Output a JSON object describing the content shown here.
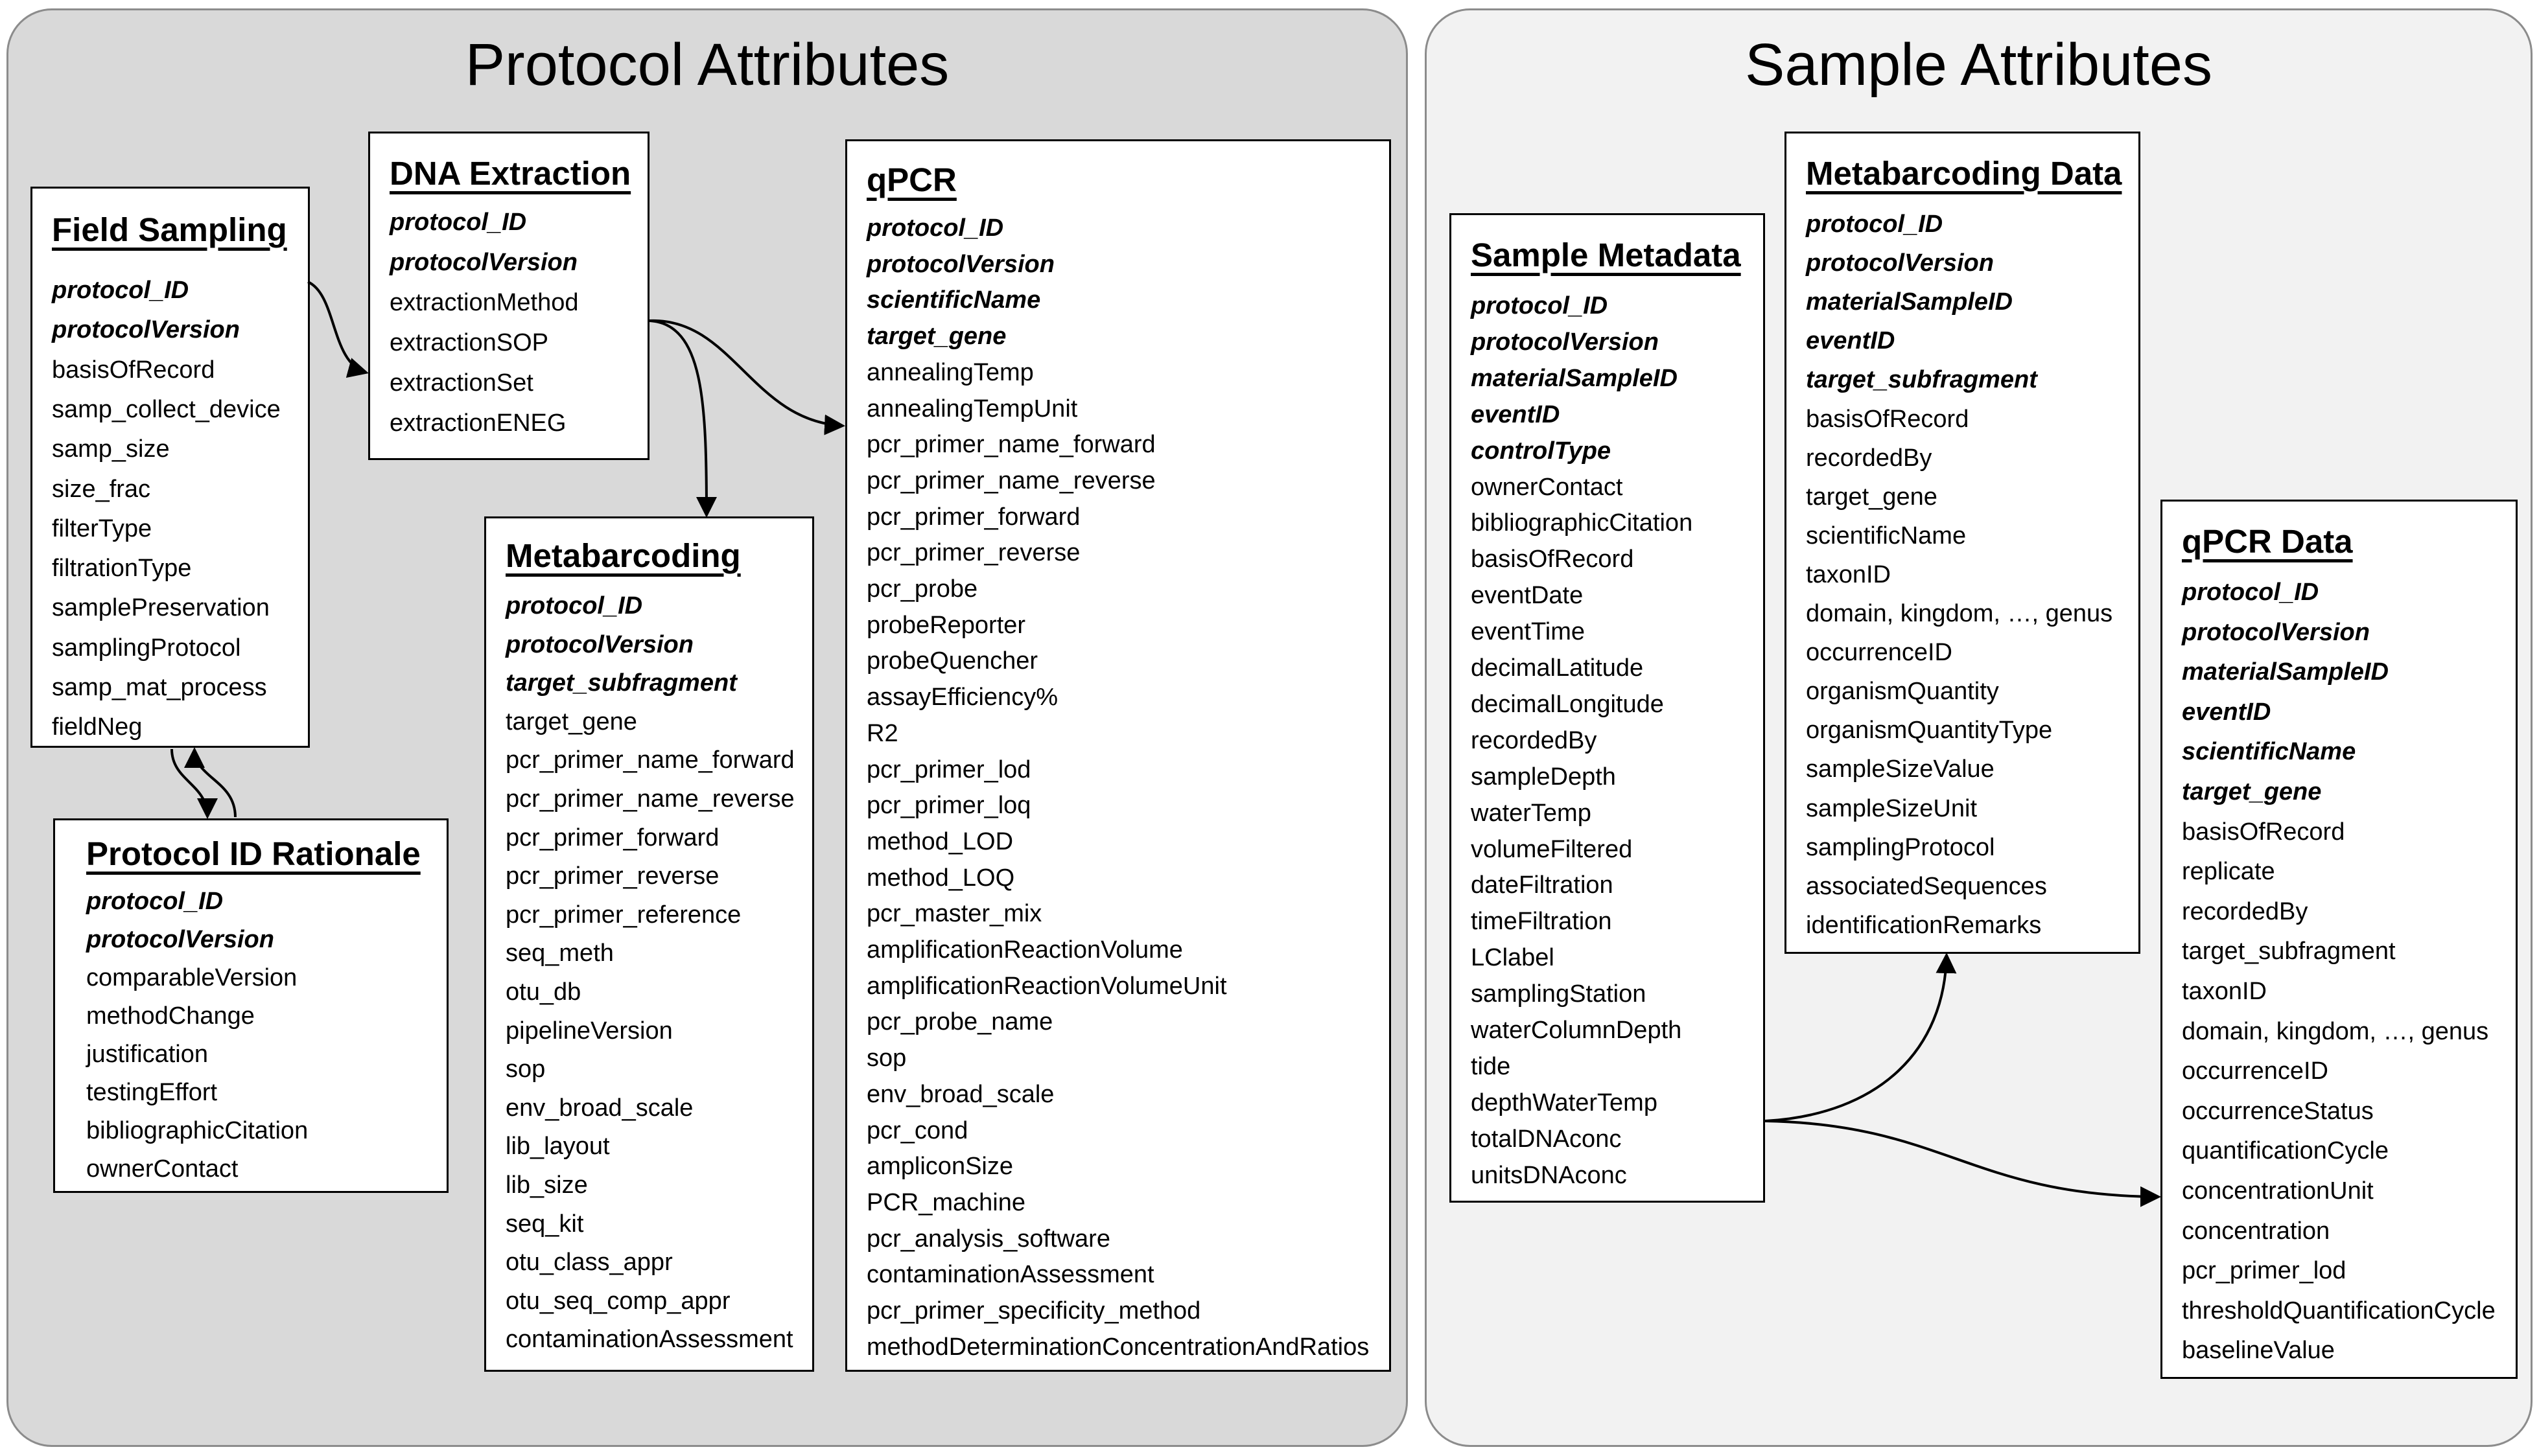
{
  "panels": {
    "protocol_title": "Protocol Attributes",
    "sample_title": "Sample Attributes"
  },
  "boxes": {
    "field_sampling": {
      "title": "Field Sampling",
      "fields": [
        {
          "text": "protocol_ID",
          "key": true
        },
        {
          "text": "protocolVersion",
          "key": true
        },
        {
          "text": "basisOfRecord",
          "key": false
        },
        {
          "text": "samp_collect_device",
          "key": false
        },
        {
          "text": "samp_size",
          "key": false
        },
        {
          "text": "size_frac",
          "key": false
        },
        {
          "text": "filterType",
          "key": false
        },
        {
          "text": "filtrationType",
          "key": false
        },
        {
          "text": "samplePreservation",
          "key": false
        },
        {
          "text": "samplingProtocol",
          "key": false
        },
        {
          "text": "samp_mat_process",
          "key": false
        },
        {
          "text": "fieldNeg",
          "key": false
        }
      ]
    },
    "dna_extraction": {
      "title": "DNA Extraction",
      "fields": [
        {
          "text": "protocol_ID",
          "key": true
        },
        {
          "text": "protocolVersion",
          "key": true
        },
        {
          "text": "extractionMethod",
          "key": false
        },
        {
          "text": "extractionSOP",
          "key": false
        },
        {
          "text": "extractionSet",
          "key": false
        },
        {
          "text": "extractionENEG",
          "key": false
        }
      ]
    },
    "protocol_id_rationale": {
      "title": "Protocol ID Rationale",
      "fields": [
        {
          "text": "protocol_ID",
          "key": true
        },
        {
          "text": "protocolVersion",
          "key": true
        },
        {
          "text": "comparableVersion",
          "key": false
        },
        {
          "text": "methodChange",
          "key": false
        },
        {
          "text": "justification",
          "key": false
        },
        {
          "text": "testingEffort",
          "key": false
        },
        {
          "text": "bibliographicCitation",
          "key": false
        },
        {
          "text": "ownerContact",
          "key": false
        }
      ]
    },
    "metabarcoding": {
      "title": "Metabarcoding",
      "fields": [
        {
          "text": "protocol_ID",
          "key": true
        },
        {
          "text": "protocolVersion",
          "key": true
        },
        {
          "text": "target_subfragment",
          "key": true
        },
        {
          "text": "target_gene",
          "key": false
        },
        {
          "text": "pcr_primer_name_forward",
          "key": false
        },
        {
          "text": "pcr_primer_name_reverse",
          "key": false
        },
        {
          "text": "pcr_primer_forward",
          "key": false
        },
        {
          "text": "pcr_primer_reverse",
          "key": false
        },
        {
          "text": "pcr_primer_reference",
          "key": false
        },
        {
          "text": "seq_meth",
          "key": false
        },
        {
          "text": "otu_db",
          "key": false
        },
        {
          "text": "pipelineVersion",
          "key": false
        },
        {
          "text": "sop",
          "key": false
        },
        {
          "text": "env_broad_scale",
          "key": false
        },
        {
          "text": "lib_layout",
          "key": false
        },
        {
          "text": "lib_size",
          "key": false
        },
        {
          "text": "seq_kit",
          "key": false
        },
        {
          "text": "otu_class_appr",
          "key": false
        },
        {
          "text": "otu_seq_comp_appr",
          "key": false
        },
        {
          "text": "contaminationAssessment",
          "key": false
        }
      ]
    },
    "qpcr": {
      "title": "qPCR",
      "fields": [
        {
          "text": "protocol_ID",
          "key": true
        },
        {
          "text": "protocolVersion",
          "key": true
        },
        {
          "text": "scientificName",
          "key": true
        },
        {
          "text": "target_gene",
          "key": true
        },
        {
          "text": "annealingTemp",
          "key": false
        },
        {
          "text": "annealingTempUnit",
          "key": false
        },
        {
          "text": "pcr_primer_name_forward",
          "key": false
        },
        {
          "text": "pcr_primer_name_reverse",
          "key": false
        },
        {
          "text": "pcr_primer_forward",
          "key": false
        },
        {
          "text": "pcr_primer_reverse",
          "key": false
        },
        {
          "text": "pcr_probe",
          "key": false
        },
        {
          "text": "probeReporter",
          "key": false
        },
        {
          "text": "probeQuencher",
          "key": false
        },
        {
          "text": "assayEfficiency%",
          "key": false
        },
        {
          "text": "R2",
          "key": false
        },
        {
          "text": "pcr_primer_lod",
          "key": false
        },
        {
          "text": "pcr_primer_loq",
          "key": false
        },
        {
          "text": "method_LOD",
          "key": false
        },
        {
          "text": "method_LOQ",
          "key": false
        },
        {
          "text": "pcr_master_mix",
          "key": false
        },
        {
          "text": "amplificationReactionVolume",
          "key": false
        },
        {
          "text": "amplificationReactionVolumeUnit",
          "key": false
        },
        {
          "text": "pcr_probe_name",
          "key": false
        },
        {
          "text": "sop",
          "key": false
        },
        {
          "text": "env_broad_scale",
          "key": false
        },
        {
          "text": "pcr_cond",
          "key": false
        },
        {
          "text": "ampliconSize",
          "key": false
        },
        {
          "text": "PCR_machine",
          "key": false
        },
        {
          "text": "pcr_analysis_software",
          "key": false
        },
        {
          "text": "contaminationAssessment",
          "key": false
        },
        {
          "text": "pcr_primer_specificity_method",
          "key": false
        },
        {
          "text": "methodDeterminationConcentrationAndRatios",
          "key": false
        }
      ]
    },
    "sample_metadata": {
      "title": "Sample Metadata",
      "fields": [
        {
          "text": "protocol_ID",
          "key": true
        },
        {
          "text": "protocolVersion",
          "key": true
        },
        {
          "text": "materialSampleID",
          "key": true
        },
        {
          "text": "eventID",
          "key": true
        },
        {
          "text": "controlType",
          "key": true
        },
        {
          "text": "ownerContact",
          "key": false
        },
        {
          "text": "bibliographicCitation",
          "key": false
        },
        {
          "text": "basisOfRecord",
          "key": false
        },
        {
          "text": "eventDate",
          "key": false
        },
        {
          "text": "eventTime",
          "key": false
        },
        {
          "text": "decimalLatitude",
          "key": false
        },
        {
          "text": "decimalLongitude",
          "key": false
        },
        {
          "text": "recordedBy",
          "key": false
        },
        {
          "text": "sampleDepth",
          "key": false
        },
        {
          "text": "waterTemp",
          "key": false
        },
        {
          "text": "volumeFiltered",
          "key": false
        },
        {
          "text": "dateFiltration",
          "key": false
        },
        {
          "text": "timeFiltration",
          "key": false
        },
        {
          "text": "LClabel",
          "key": false
        },
        {
          "text": "samplingStation",
          "key": false
        },
        {
          "text": "waterColumnDepth",
          "key": false
        },
        {
          "text": "tide",
          "key": false
        },
        {
          "text": "depthWaterTemp",
          "key": false
        },
        {
          "text": "totalDNAconc",
          "key": false
        },
        {
          "text": "unitsDNAconc",
          "key": false
        }
      ]
    },
    "metabarcoding_data": {
      "title": "Metabarcoding Data",
      "fields": [
        {
          "text": "protocol_ID",
          "key": true
        },
        {
          "text": "protocolVersion",
          "key": true
        },
        {
          "text": "materialSampleID",
          "key": true
        },
        {
          "text": "eventID",
          "key": true
        },
        {
          "text": "target_subfragment",
          "key": true
        },
        {
          "text": "basisOfRecord",
          "key": false
        },
        {
          "text": "recordedBy",
          "key": false
        },
        {
          "text": "target_gene",
          "key": false
        },
        {
          "text": "scientificName",
          "key": false
        },
        {
          "text": "taxonID",
          "key": false
        },
        {
          "text": "domain, kingdom, …, genus",
          "key": false
        },
        {
          "text": "occurrenceID",
          "key": false
        },
        {
          "text": "organismQuantity",
          "key": false
        },
        {
          "text": "organismQuantityType",
          "key": false
        },
        {
          "text": "sampleSizeValue",
          "key": false
        },
        {
          "text": "sampleSizeUnit",
          "key": false
        },
        {
          "text": "samplingProtocol",
          "key": false
        },
        {
          "text": "associatedSequences",
          "key": false
        },
        {
          "text": "identificationRemarks",
          "key": false
        }
      ]
    },
    "qpcr_data": {
      "title": "qPCR Data",
      "fields": [
        {
          "text": "protocol_ID",
          "key": true
        },
        {
          "text": "protocolVersion",
          "key": true
        },
        {
          "text": "materialSampleID",
          "key": true
        },
        {
          "text": "eventID",
          "key": true
        },
        {
          "text": "scientificName",
          "key": true
        },
        {
          "text": "target_gene",
          "key": true
        },
        {
          "text": "basisOfRecord",
          "key": false
        },
        {
          "text": "replicate",
          "key": false
        },
        {
          "text": "recordedBy",
          "key": false
        },
        {
          "text": "target_subfragment",
          "key": false
        },
        {
          "text": "taxonID",
          "key": false
        },
        {
          "text": "domain, kingdom, …, genus",
          "key": false
        },
        {
          "text": "occurrenceID",
          "key": false
        },
        {
          "text": "occurrenceStatus",
          "key": false
        },
        {
          "text": "quantificationCycle",
          "key": false
        },
        {
          "text": "concentrationUnit",
          "key": false
        },
        {
          "text": "concentration",
          "key": false
        },
        {
          "text": "pcr_primer_lod",
          "key": false
        },
        {
          "text": "thresholdQuantificationCycle",
          "key": false
        },
        {
          "text": "baselineValue",
          "key": false
        }
      ]
    }
  }
}
